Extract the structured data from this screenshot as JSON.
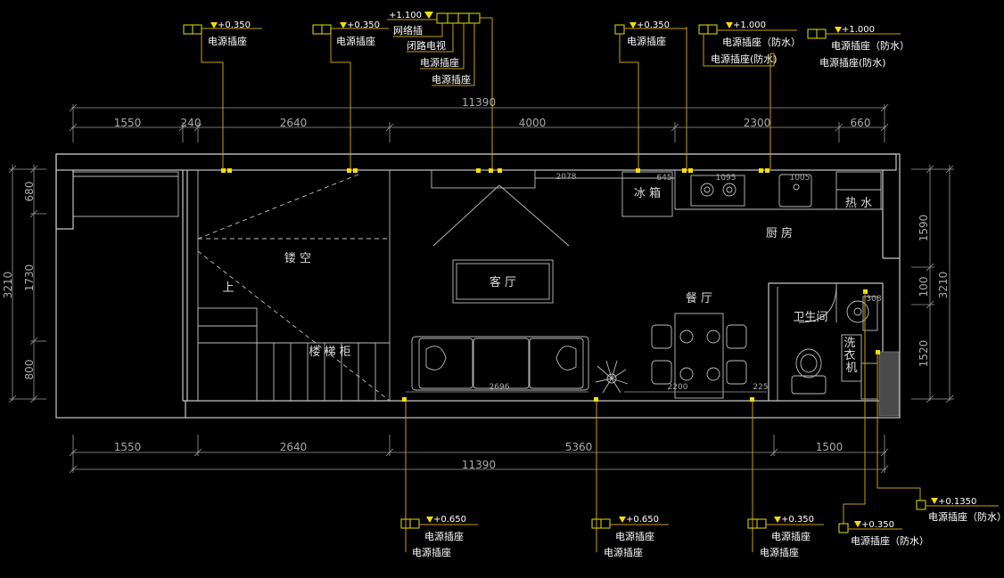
{
  "dimensions": {
    "top_total": "11390",
    "top_segments": [
      "1550",
      "240",
      "2640",
      "4000",
      "2300",
      "660"
    ],
    "bottom_segments": [
      "1550",
      "2640",
      "5360",
      "1500"
    ],
    "bottom_total": "11390",
    "left_total": "3210",
    "left_segments": [
      "680",
      "1730",
      "800"
    ],
    "right_total": "3210",
    "right_segments": [
      "1590",
      "100",
      "1520"
    ],
    "inner": {
      "d2078": "2078",
      "d645": "645",
      "d1095": "1095",
      "d1005": "1005",
      "d2696": "2696",
      "d2200": "2200",
      "d225": "225",
      "d308": "308"
    }
  },
  "rooms": {
    "void": "镂 空",
    "up": "上",
    "stair_cabinet": "楼 梯 柜",
    "living": "客 厅",
    "dining": "餐 厅",
    "kitchen": "厨 房",
    "bathroom": "卫生间",
    "fridge": "冰 箱",
    "washer": "洗\n衣\n机",
    "washer_chars": [
      "洗",
      "衣",
      "机"
    ],
    "water_heater": "热 水"
  },
  "annotations": {
    "top1": {
      "elevation": "+0.350",
      "label": "电源插座"
    },
    "top2": {
      "elevation": "+0.350",
      "label": "电源插座"
    },
    "top3": {
      "elevation": "+1.100",
      "labels": [
        "网络插",
        "闭路电视",
        "电源插座",
        "电源插座"
      ]
    },
    "top4": {
      "elevation": "+0.350",
      "label": "电源插座"
    },
    "top5": {
      "elevation": "+1.000",
      "labels": [
        "电源插座（防水）",
        "电源插座(防水)"
      ]
    },
    "top6": {
      "elevation": "+1.000",
      "labels": [
        "电源插座（防水）",
        "电源插座(防水)"
      ]
    },
    "bottom1": {
      "elevation": "+0.650",
      "labels": [
        "电源插座",
        "电源插座"
      ]
    },
    "bottom2": {
      "elevation": "+0.650",
      "labels": [
        "电源插座",
        "电源插座"
      ]
    },
    "bottom3": {
      "elevation": "+0.350",
      "labels": [
        "电源插座",
        "电源插座"
      ]
    },
    "bottom4": {
      "elevation": "+0.350",
      "label": "电源插座（防水）"
    },
    "bottom5": {
      "elevation": "+0.1350",
      "label": "电源插座（防水）"
    }
  },
  "colors": {
    "background": "#000000",
    "wall": "#c8c8c8",
    "leader": "#c89b14",
    "symbol": "#e8e000",
    "text": "#ffffff"
  }
}
